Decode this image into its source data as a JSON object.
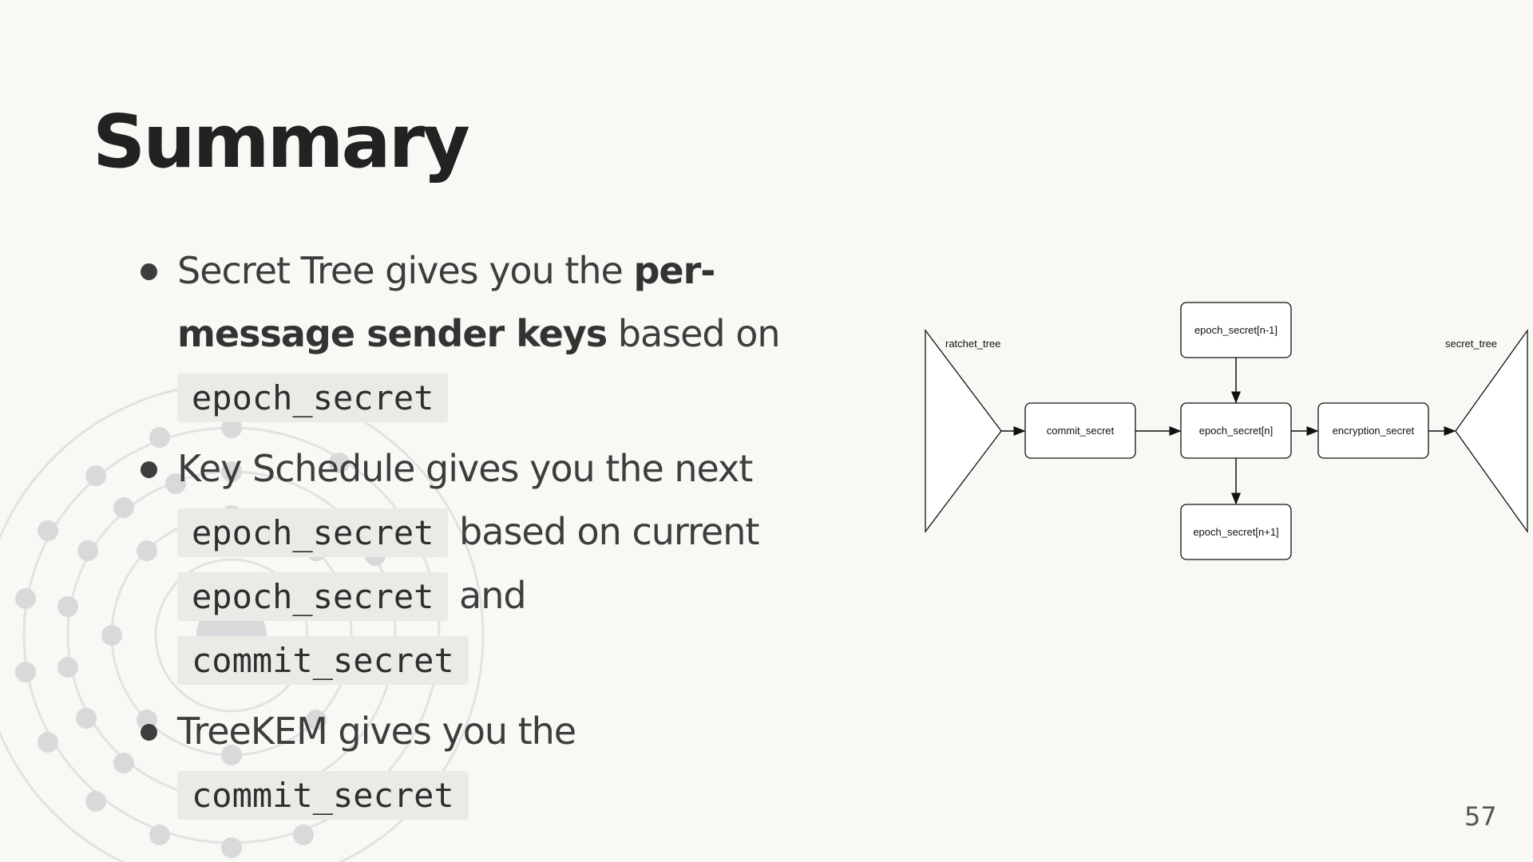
{
  "slide": {
    "title": "Summary",
    "page_number": "57"
  },
  "bullets": [
    {
      "text_1": "Secret Tree gives you the ",
      "bold": "per-message sender keys",
      "text_2": " based on ",
      "code_1": "epoch_secret"
    },
    {
      "text_1": "Key Schedule gives you the next ",
      "code_1": "epoch_secret",
      "text_2": " based on current ",
      "code_2": "epoch_secret",
      "text_3": " and ",
      "code_3": "commit_secret"
    },
    {
      "text_1": "TreeKEM gives you the ",
      "code_1": "commit_secret"
    }
  ],
  "diagram": {
    "ratchet_tree_label": "ratchet_tree",
    "secret_tree_label": "secret_tree",
    "commit_secret": "commit_secret",
    "epoch_secret_prev": "epoch_secret[n-1]",
    "epoch_secret_current": "epoch_secret[n]",
    "epoch_secret_next": "epoch_secret[n+1]",
    "encryption_secret": "encryption_secret"
  },
  "colors": {
    "background": "#f9f8f4",
    "code_background": "#ebeae6",
    "text": "#3d3d3d",
    "title": "#222222"
  }
}
